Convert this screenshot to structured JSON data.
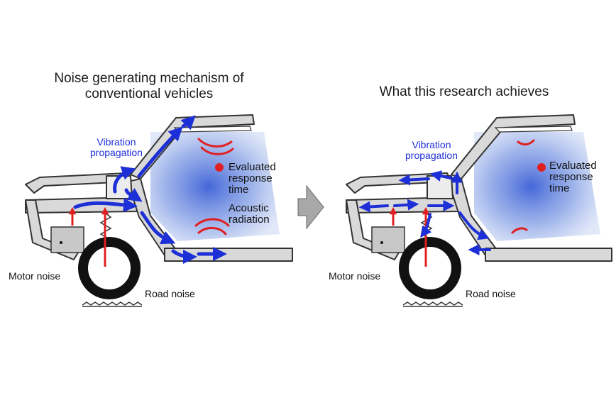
{
  "left": {
    "title": "Noise generating mechanism of\nconventional vehicles",
    "vibration_label": "Vibration\npropagation",
    "evaluated_label": "Evaluated\nresponse\ntime",
    "acoustic_label": "Acoustic\nradiation",
    "motor_label": "Motor noise",
    "road_label": "Road noise"
  },
  "right": {
    "title": "What this research achieves",
    "vibration_label": "Vibration\npropagation",
    "evaluated_label": "Evaluated\nresponse\ntime",
    "motor_label": "Motor noise",
    "road_label": "Road noise"
  },
  "colors": {
    "body_fill": "#d9d9d9",
    "body_stroke": "#333333",
    "cabin": "#3d63d8",
    "vibration_arrow": "#1d2fd6",
    "noise_red": "#e02020",
    "tire": "#111111",
    "arrow_gray": "#a8a8a8"
  },
  "icons": [
    "right-arrow-icon",
    "tire-icon",
    "motor-icon",
    "spring-icon",
    "red-dot-icon",
    "sound-wave-icon"
  ]
}
